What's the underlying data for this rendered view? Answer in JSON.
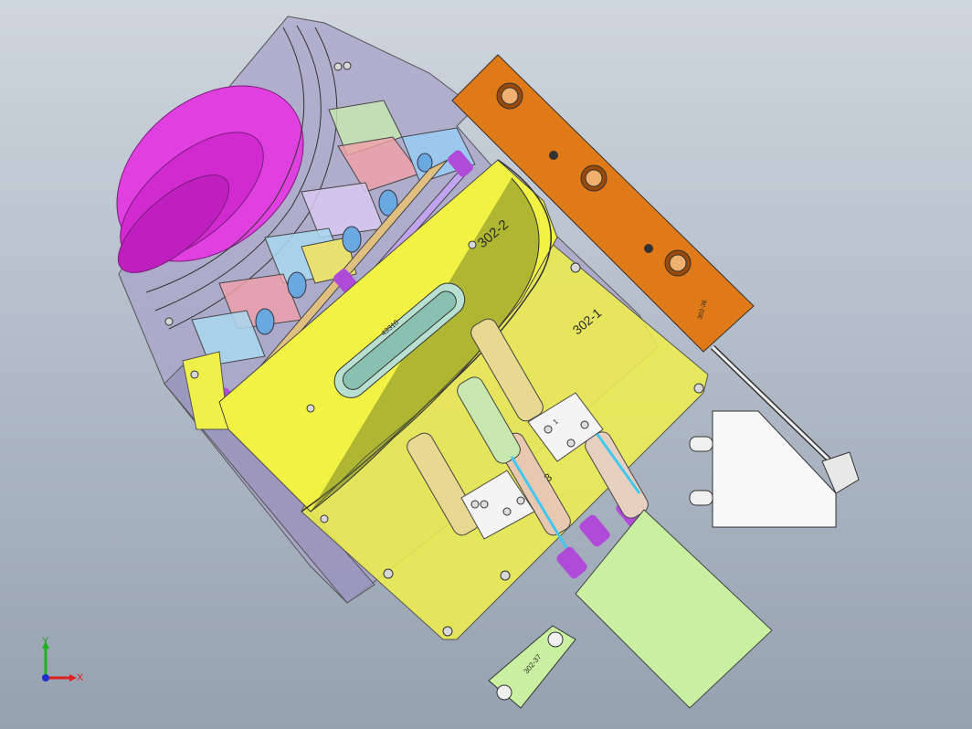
{
  "viewport": {
    "background_top": "#cfd6de",
    "background_bottom": "#96a1b0"
  },
  "labels": {
    "part_302_2": "302-2",
    "part_302_1": "302-1",
    "slot_text": "43310",
    "bar_302_36": "302-36",
    "plate_302_37": "302-37",
    "mark_3": "3",
    "mark_1": "1"
  },
  "triad": {
    "x_label": "X",
    "y_label": "Y",
    "x_color": "#e02020",
    "y_color": "#20b020",
    "z_color": "#2030d0"
  },
  "colors": {
    "housing": "#a9a3c9",
    "yellow_body": "#f0f04a",
    "magenta_cover": "#e040e0",
    "orange_bar": "#e07a18",
    "green_plate": "#c8f0a0",
    "purple_pins": "#b04ad8",
    "cyan_blocks": "#9cc8f0"
  }
}
